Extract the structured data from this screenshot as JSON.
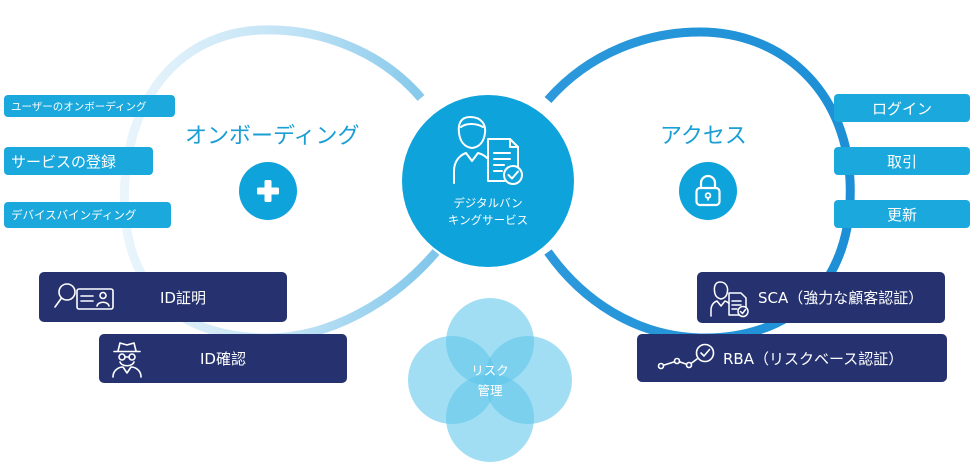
{
  "onboarding": {
    "title": "オンボーディング",
    "badges": [
      "ユーザーのオンボーディング",
      "サービスの登録",
      "デバイスバインディング"
    ],
    "icon": "plus-icon"
  },
  "access": {
    "title": "アクセス",
    "badges": [
      "ログイン",
      "取引",
      "更新"
    ],
    "icon": "lock-icon"
  },
  "hub": {
    "line1": "デジタルバン",
    "line2": "キングサービス",
    "icon": "user-document-check-icon"
  },
  "risk": {
    "line1": "リスク",
    "line2": "管理"
  },
  "proofing": [
    {
      "label": "ID証明",
      "icon": "id-card-search-icon"
    },
    {
      "label": "ID確認",
      "icon": "spy-user-icon"
    }
  ],
  "authentication": [
    {
      "label": "SCA（強力な顧客認証）",
      "icon": "user-document-check-icon"
    },
    {
      "label": "RBA（リスクベース認証）",
      "icon": "trend-check-icon"
    }
  ],
  "colors": {
    "primary": "#1aa8dd",
    "hub": "#0ea3da",
    "navy": "#263270",
    "loop_light": "#d6ecf8",
    "risk_petal": "#5fc6ea"
  }
}
